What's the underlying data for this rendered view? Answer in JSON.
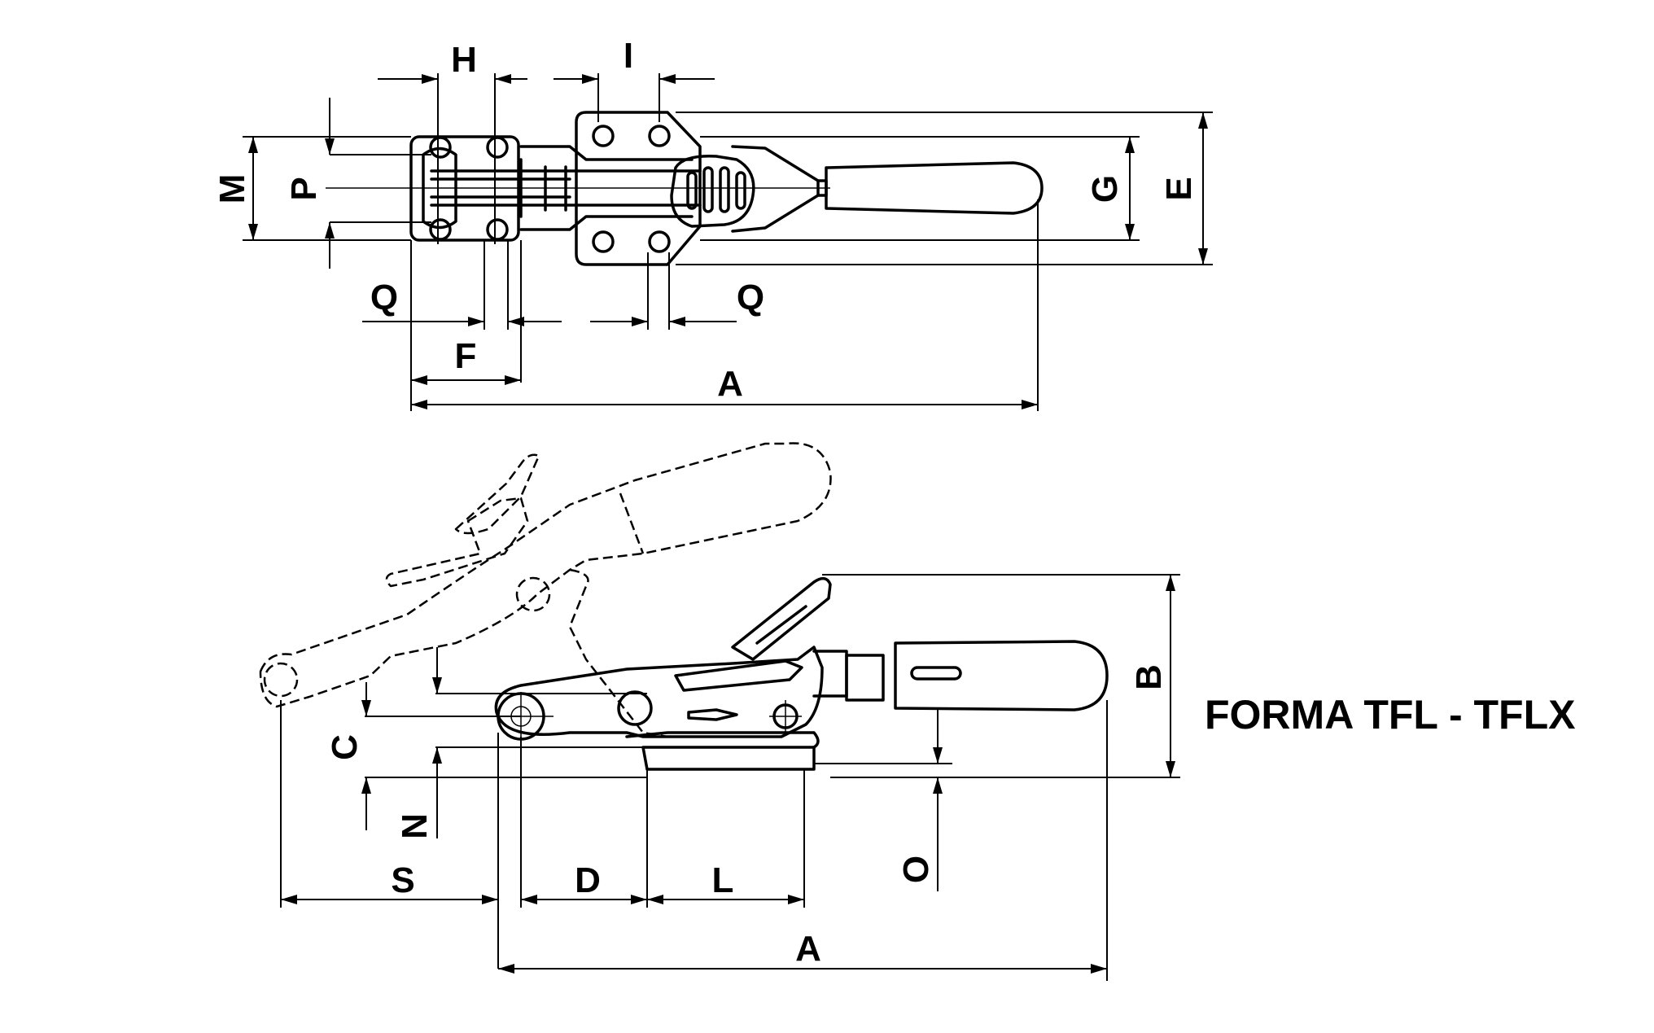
{
  "title": "FORMA TFL - TFLX",
  "dimensions": {
    "top_view": {
      "H": "H",
      "I": "I",
      "M": "M",
      "P": "P",
      "G": "G",
      "E": "E",
      "Q_left": "Q",
      "Q_right": "Q",
      "F": "F",
      "A": "A"
    },
    "side_view": {
      "B": "B",
      "C": "C",
      "N": "N",
      "O": "O",
      "S": "S",
      "D": "D",
      "L": "L",
      "A": "A"
    }
  }
}
